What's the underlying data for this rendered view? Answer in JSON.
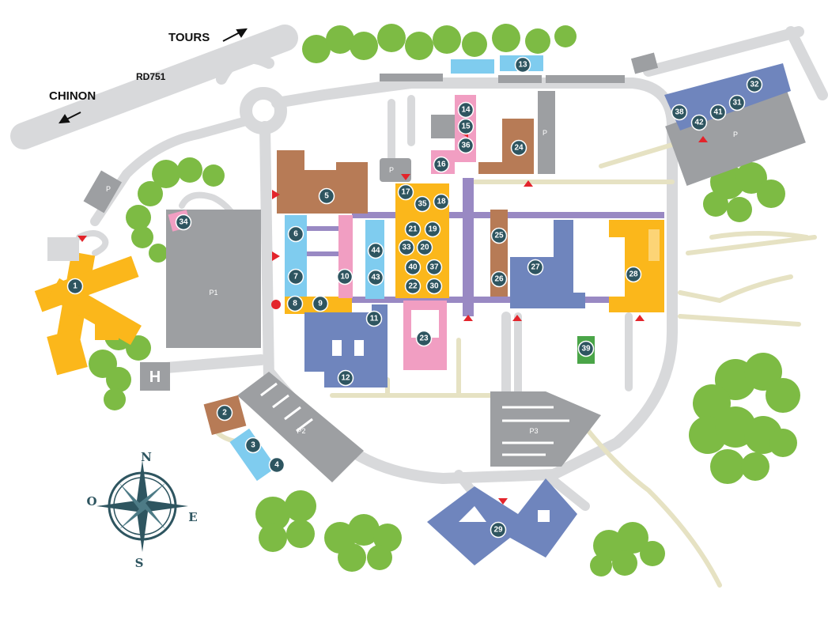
{
  "colors": {
    "road": "#d8d9db",
    "path": "#e6e2c3",
    "tree": "#7dbb44",
    "parking": "#9d9fa2",
    "orange": "#fbb71b",
    "brown": "#b77b56",
    "pink": "#f19ec2",
    "lightblue": "#7fccef",
    "blue": "#6f85bd",
    "purple": "#9989c3",
    "green": "#4aa548",
    "marker": "#2e5560",
    "entrance": "#e3242b"
  },
  "road_labels": {
    "tours": "TOURS",
    "chinon": "CHINON",
    "rd": "RD751"
  },
  "parking_labels": {
    "p1": "P1",
    "p2": "P2",
    "p3": "P3",
    "p": "P"
  },
  "helipad": "H",
  "compass": {
    "n": "N",
    "s": "S",
    "e": "E",
    "o": "O"
  },
  "buildings": [
    "1",
    "2",
    "3",
    "4",
    "5",
    "6",
    "7",
    "8",
    "9",
    "10",
    "11",
    "12",
    "13",
    "14",
    "15",
    "16",
    "17",
    "18",
    "19",
    "20",
    "21",
    "22",
    "23",
    "24",
    "25",
    "26",
    "27",
    "28",
    "29",
    "30",
    "31",
    "32",
    "33",
    "34",
    "35",
    "36",
    "37",
    "38",
    "39",
    "40",
    "41",
    "42",
    "43",
    "44"
  ]
}
